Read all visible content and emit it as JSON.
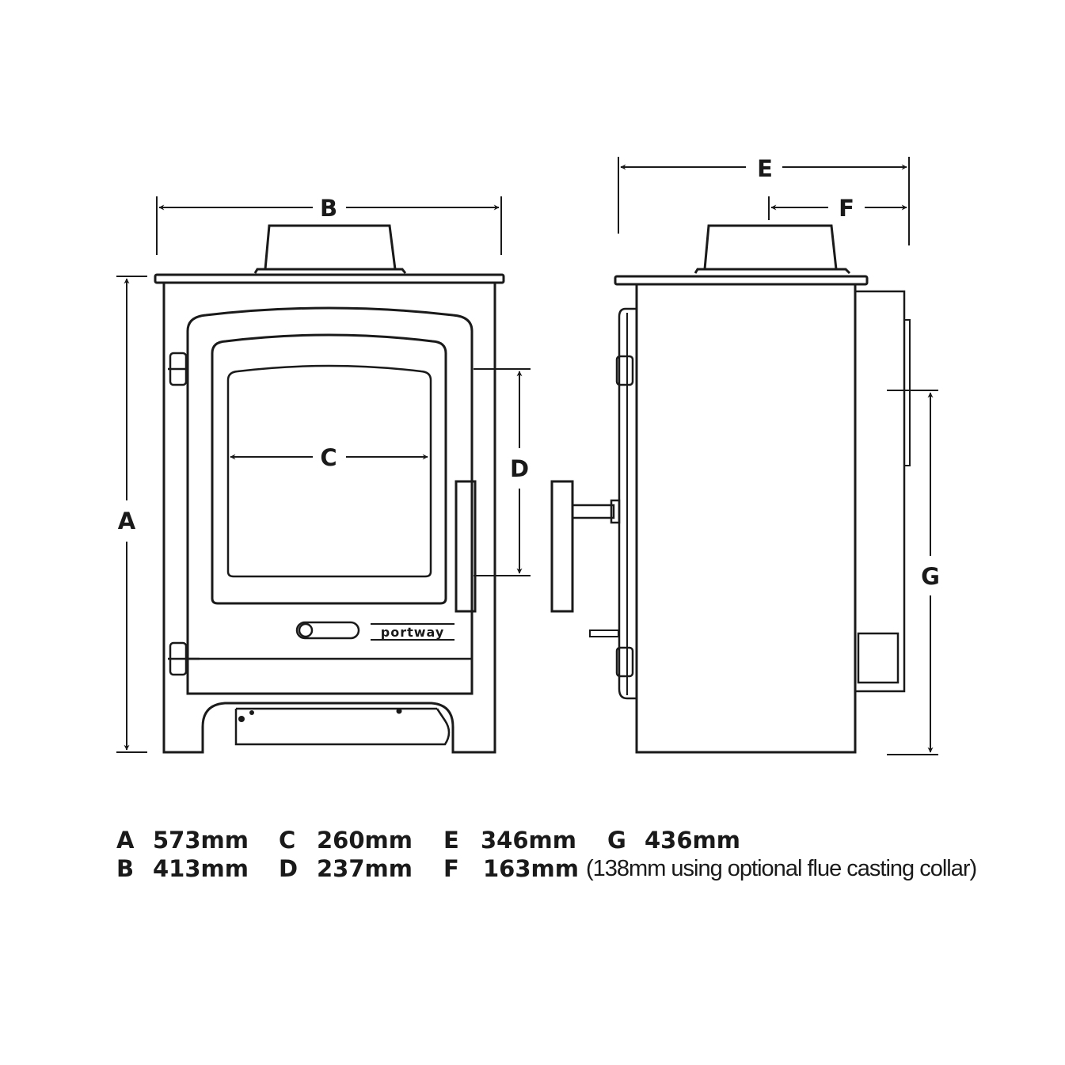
{
  "labels": {
    "A": "A",
    "B": "B",
    "C": "C",
    "D": "D",
    "E": "E",
    "F": "F",
    "G": "G"
  },
  "brand": "portway",
  "legend": [
    {
      "key": "A",
      "value": "573mm"
    },
    {
      "key": "B",
      "value": "413mm"
    },
    {
      "key": "C",
      "value": "260mm"
    },
    {
      "key": "D",
      "value": "237mm"
    },
    {
      "key": "E",
      "value": "346mm"
    },
    {
      "key": "F",
      "value": "163mm"
    },
    {
      "key": "G",
      "value": "436mm"
    }
  ],
  "note": "(138mm using optional flue casting collar)",
  "colors": {
    "line": "#1a1a1a",
    "background": "#ffffff"
  }
}
